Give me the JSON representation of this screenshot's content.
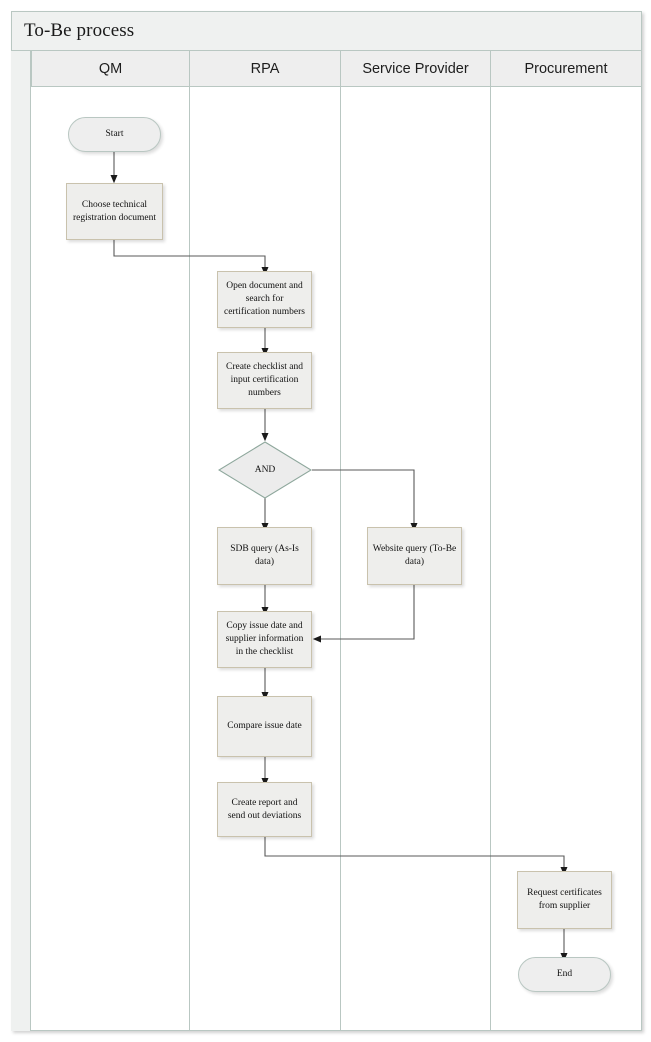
{
  "diagram": {
    "title": "To-Be process",
    "type": "swimlane-flowchart",
    "colors": {
      "lane_border": "#b9c7c2",
      "lane_header_fill": "#eeeeee",
      "title_fill": "#eff1f0",
      "task_fill": "#eeeeec",
      "task_border": "#c9c2ad",
      "event_fill": "#eeeeee",
      "event_border": "#b9c7c2",
      "gateway_fill": "#ececec",
      "gateway_border": "#8ea79c",
      "connector": "#595959",
      "text": "#111111"
    }
  },
  "lanes": [
    {
      "id": "qm",
      "label": "QM"
    },
    {
      "id": "rpa",
      "label": "RPA"
    },
    {
      "id": "service",
      "label": "Service Provider"
    },
    {
      "id": "procure",
      "label": "Procurement"
    }
  ],
  "nodes": [
    {
      "id": "start",
      "lane": "qm",
      "shape": "event",
      "label": "Start"
    },
    {
      "id": "choose-doc",
      "lane": "qm",
      "shape": "task",
      "label": "Choose technical registration document"
    },
    {
      "id": "open-doc",
      "lane": "rpa",
      "shape": "task",
      "label": "Open document and search for certification numbers"
    },
    {
      "id": "create-check",
      "lane": "rpa",
      "shape": "task",
      "label": "Create checklist and input certification numbers"
    },
    {
      "id": "and-gateway",
      "lane": "rpa",
      "shape": "gateway",
      "label": "AND"
    },
    {
      "id": "sdb-query",
      "lane": "rpa",
      "shape": "task",
      "label": "SDB query (As-Is data)"
    },
    {
      "id": "website-query",
      "lane": "service",
      "shape": "task",
      "label": "Website query (To-Be data)"
    },
    {
      "id": "copy-issue",
      "lane": "rpa",
      "shape": "task",
      "label": "Copy issue date and supplier information in the checklist"
    },
    {
      "id": "compare-issue",
      "lane": "rpa",
      "shape": "task",
      "label": "Compare issue date"
    },
    {
      "id": "create-report",
      "lane": "rpa",
      "shape": "task",
      "label": "Create report and send out deviations"
    },
    {
      "id": "request-certs",
      "lane": "procure",
      "shape": "task",
      "label": "Request certificates from supplier"
    },
    {
      "id": "end",
      "lane": "procure",
      "shape": "event",
      "label": "End"
    }
  ],
  "flows": [
    {
      "from": "start",
      "to": "choose-doc"
    },
    {
      "from": "choose-doc",
      "to": "open-doc"
    },
    {
      "from": "open-doc",
      "to": "create-check"
    },
    {
      "from": "create-check",
      "to": "and-gateway"
    },
    {
      "from": "and-gateway",
      "to": "sdb-query"
    },
    {
      "from": "and-gateway",
      "to": "website-query"
    },
    {
      "from": "sdb-query",
      "to": "copy-issue"
    },
    {
      "from": "website-query",
      "to": "copy-issue"
    },
    {
      "from": "copy-issue",
      "to": "compare-issue"
    },
    {
      "from": "compare-issue",
      "to": "create-report"
    },
    {
      "from": "create-report",
      "to": "request-certs"
    },
    {
      "from": "request-certs",
      "to": "end"
    }
  ]
}
